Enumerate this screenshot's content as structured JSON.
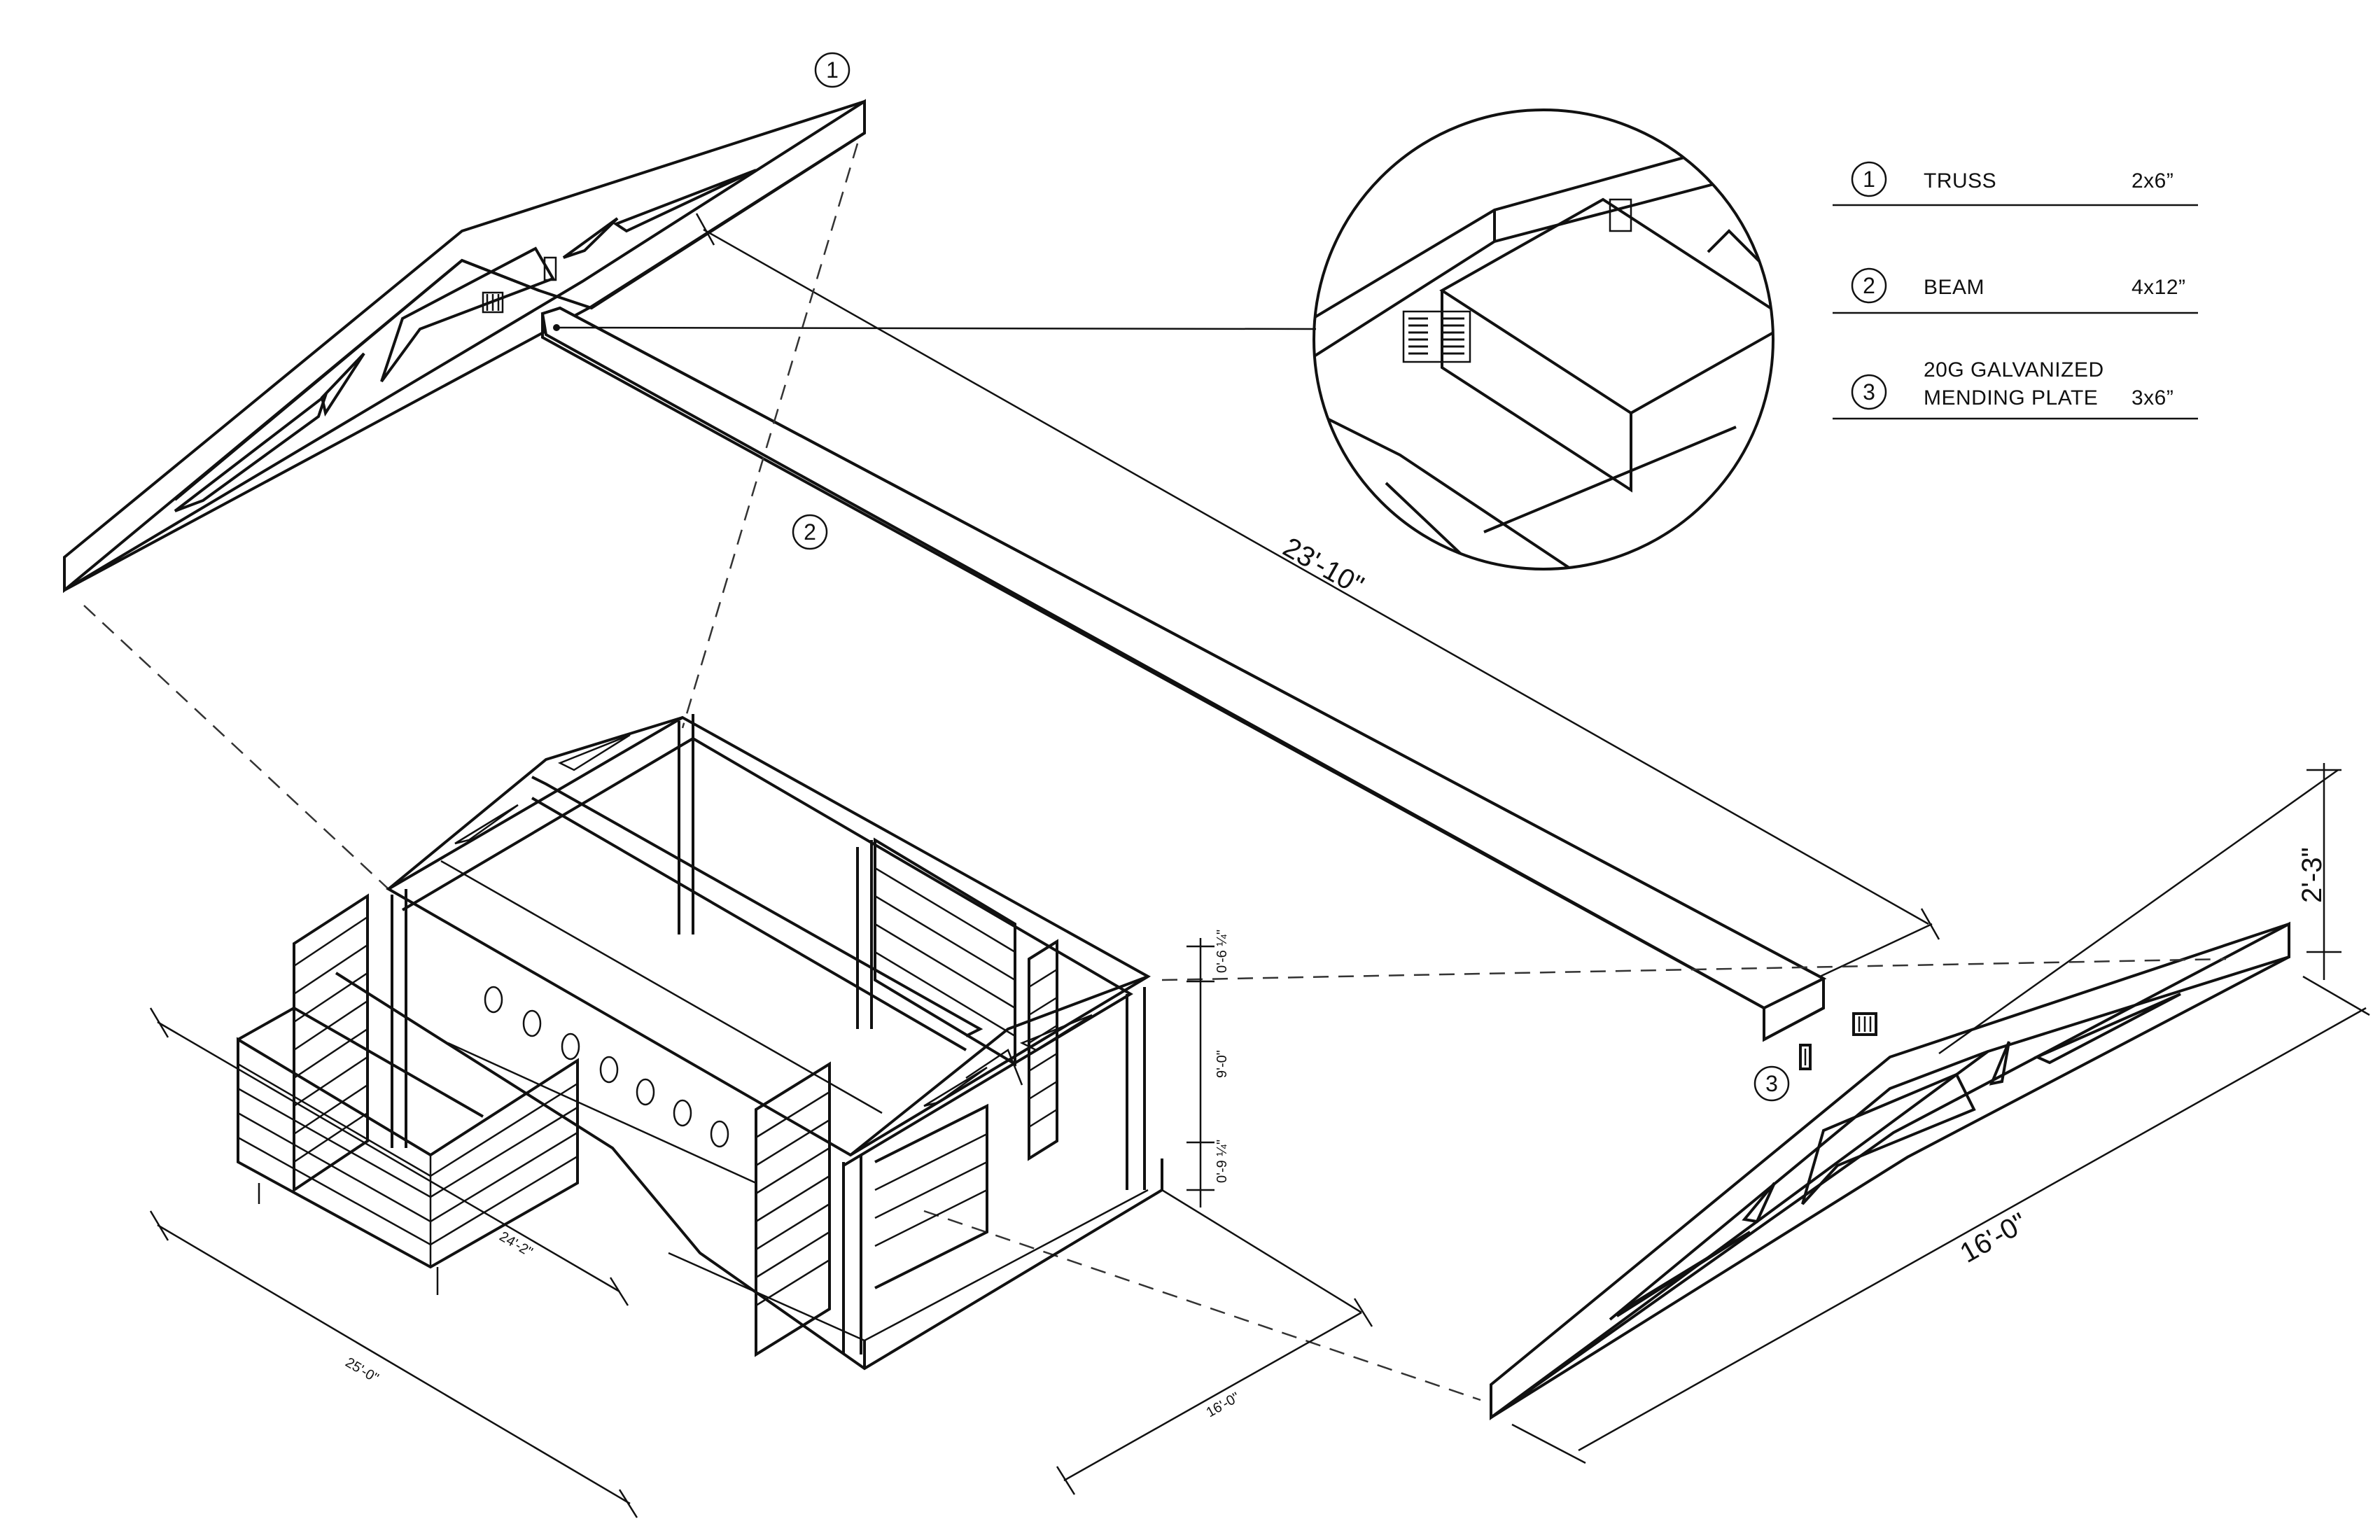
{
  "legend": [
    {
      "num": "1",
      "name": "TRUSS",
      "size": "2x6”"
    },
    {
      "num": "2",
      "name": "BEAM",
      "size": "4x12”"
    },
    {
      "num": "3",
      "name_line1": "20G GALVANIZED",
      "name_line2": "MENDING PLATE",
      "size": "3x6”"
    }
  ],
  "callouts": {
    "truss": "1",
    "beam": "2",
    "plate": "3"
  },
  "dimensions": {
    "beam_length": "23'-10\"",
    "truss_span": "16'-0\"",
    "truss_height": "2'-3\"",
    "overall_length": "25'-0\"",
    "inner_length": "24'-2\"",
    "overall_width": "16'-0\"",
    "post_height": "9'-0\"",
    "top_offset": "0'-6 ¼\"",
    "bottom_offset": "0'-9 ¼\""
  }
}
